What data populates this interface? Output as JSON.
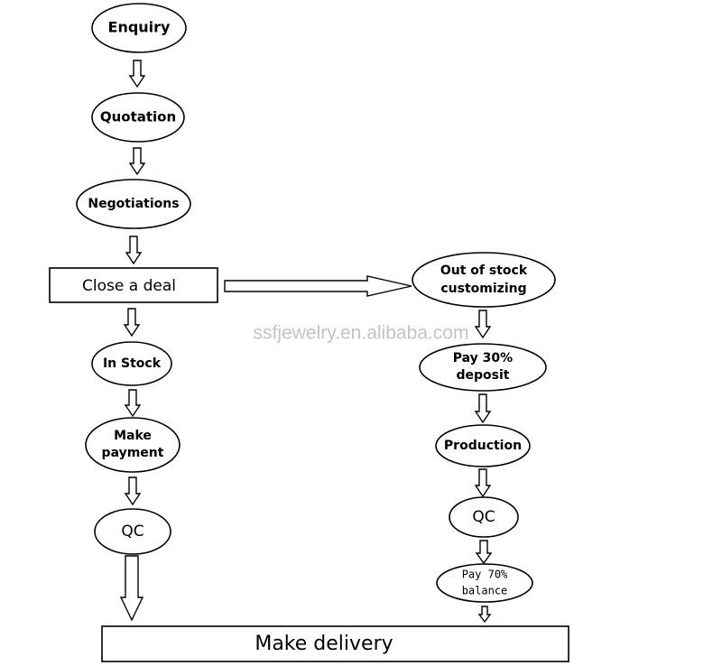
{
  "watermark": "ssfjewelry.en.alibaba.com",
  "nodes": {
    "enquiry": "Enquiry",
    "quotation": "Quotation",
    "negotiations": "Negotiations",
    "close_deal": "Close a deal",
    "out_of_stock": [
      "Out of stock",
      "customizing"
    ],
    "in_stock": "In Stock",
    "pay_30": [
      "Pay 30%",
      "deposit"
    ],
    "make_payment": [
      "Make",
      "payment"
    ],
    "production": "Production",
    "qc_left": "QC",
    "qc_right": "QC",
    "pay_70": [
      "Pay 70%",
      "balance"
    ],
    "make_delivery": "Make delivery"
  }
}
